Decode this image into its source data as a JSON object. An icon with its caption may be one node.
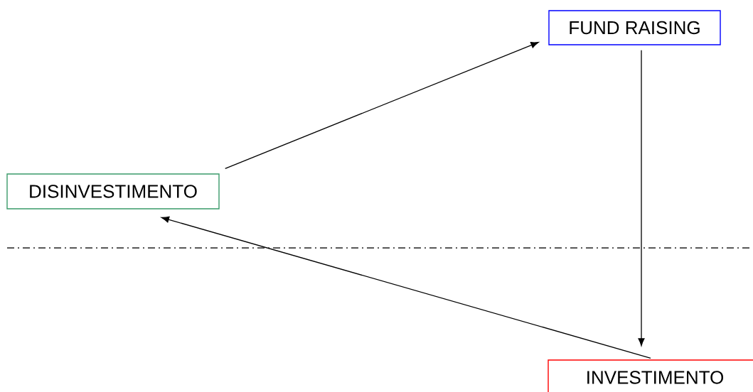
{
  "diagram": {
    "nodes": [
      {
        "text": [
          "FUND RAISING"
        ]
      },
      {
        "text": [
          "DISINVESTIMENTO"
        ]
      },
      {
        "text": [
          "INVESTIMENTO"
        ]
      }
    ],
    "edges": [
      {
        "from": 1,
        "to": 0,
        "arrow": "to"
      },
      {
        "from": 0,
        "to": 2,
        "arrow": "to"
      },
      {
        "from": 2,
        "to": 1,
        "arrow": "to"
      }
    ]
  }
}
